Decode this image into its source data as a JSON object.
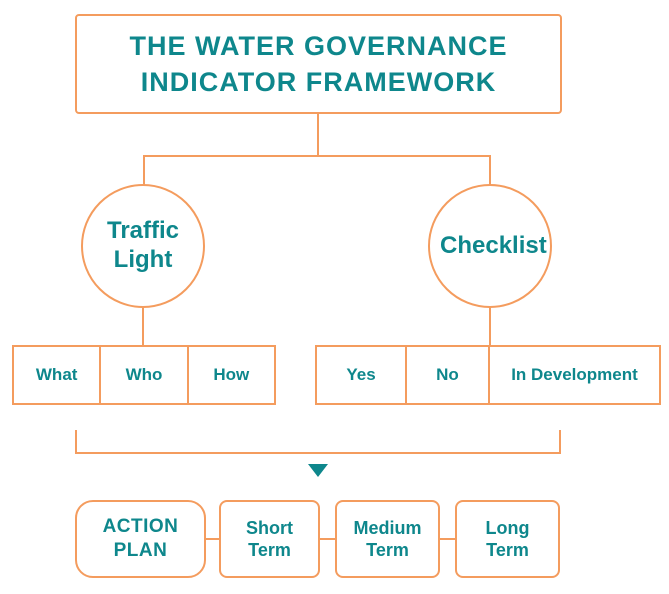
{
  "colors": {
    "orange_border": "#F49C5E",
    "teal_text": "#0E878C",
    "background": "#FFFFFF"
  },
  "title": {
    "line1": "THE WATER GOVERNANCE",
    "line2": "INDICATOR FRAMEWORK"
  },
  "branches": [
    {
      "label": "Traffic Light",
      "options": [
        "What",
        "Who",
        "How"
      ]
    },
    {
      "label": "Checklist",
      "options": [
        "Yes",
        "No",
        "In Development"
      ]
    }
  ],
  "flow": {
    "arrow_icon": "triangle-down"
  },
  "action_row": {
    "items": [
      "ACTION PLAN",
      "Short Term",
      "Medium Term",
      "Long Term"
    ]
  }
}
